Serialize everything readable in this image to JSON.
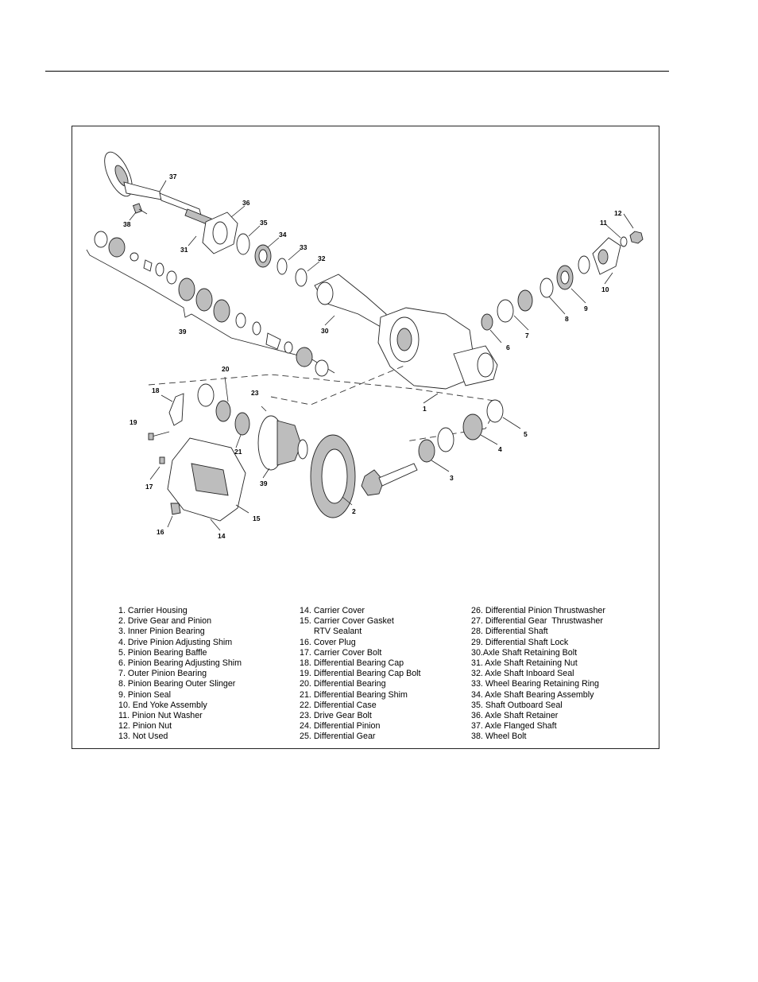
{
  "callouts": [
    {
      "n": "37"
    },
    {
      "n": "38"
    },
    {
      "n": "36"
    },
    {
      "n": "35"
    },
    {
      "n": "34"
    },
    {
      "n": "31"
    },
    {
      "n": "33"
    },
    {
      "n": "32"
    },
    {
      "n": "30"
    },
    {
      "n": "39"
    },
    {
      "n": "12"
    },
    {
      "n": "11"
    },
    {
      "n": "10"
    },
    {
      "n": "9"
    },
    {
      "n": "8"
    },
    {
      "n": "7"
    },
    {
      "n": "6"
    },
    {
      "n": "1"
    },
    {
      "n": "5"
    },
    {
      "n": "4"
    },
    {
      "n": "3"
    },
    {
      "n": "2"
    },
    {
      "n": "20"
    },
    {
      "n": "18"
    },
    {
      "n": "23"
    },
    {
      "n": "19"
    },
    {
      "n": "21"
    },
    {
      "n": "39"
    },
    {
      "n": "17"
    },
    {
      "n": "15"
    },
    {
      "n": "16"
    },
    {
      "n": "14"
    }
  ],
  "legend": {
    "col1": [
      "1. Carrier Housing",
      "2. Drive Gear and Pinion",
      "3. Inner Pinion Bearing",
      "4. Drive Pinion Adjusting Shim",
      "5. Pinion Bearing Baffle",
      "6. Pinion Bearing Adjusting Shim",
      "7. Outer Pinion Bearing",
      "8. Pinion Bearing Outer Slinger",
      "9. Pinion Seal",
      "10. End Yoke Assembly",
      "11. Pinion Nut Washer",
      "12. Pinion Nut",
      "13. Not Used"
    ],
    "col2": [
      "14. Carrier Cover",
      "15. Carrier Cover Gasket",
      "      RTV Sealant",
      "16. Cover Plug",
      "17. Carrier Cover Bolt",
      "18. Differential Bearing Cap",
      "19. Differential Bearing Cap Bolt",
      "20. Differential Bearing",
      "21. Differential Bearing Shim",
      "22. Differential Case",
      "23. Drive Gear Bolt",
      "24. Differential Pinion",
      "25. Differential Gear"
    ],
    "col3": [
      "26. Differential Pinion Thrustwasher",
      "27. Differential Gear  Thrustwasher",
      "28. Differential Shaft",
      "29. Differential Shaft Lock",
      "30.Axle Shaft Retaining Bolt",
      "31. Axle Shaft Retaining Nut",
      "32. Axle Shaft Inboard Seal",
      "33. Wheel Bearing Retaining Ring",
      "34. Axle Shaft Bearing Assembly",
      "35. Shaft Outboard Seal",
      "36. Axle Shaft Retainer",
      "37. Axle Flanged Shaft",
      "38. Wheel Bolt"
    ]
  }
}
